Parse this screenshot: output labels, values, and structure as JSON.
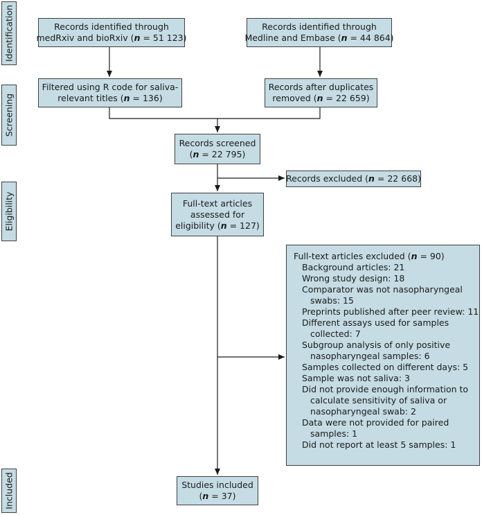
{
  "stages": {
    "identification": "Identification",
    "screening": "Screening",
    "eligibility": "Eligibility",
    "included": "Included"
  },
  "boxes": {
    "medrxiv": {
      "line1": "Records identified through",
      "line2_prefix": "medRxiv and bioRxiv (",
      "n_label": "n",
      "line2_suffix": " = 51 123)"
    },
    "medline": {
      "line1": "Records identified through",
      "line2_prefix": "Medline and Embase (",
      "n_label": "n",
      "line2_suffix": " = 44 864)"
    },
    "filtered": {
      "line1": "Filtered using R code for saliva-",
      "line2_prefix": "relevant titles (",
      "n_label": "n",
      "line2_suffix": " = 136)"
    },
    "duplicates": {
      "line1": "Records after duplicates",
      "line2_prefix": "removed (",
      "n_label": "n",
      "line2_suffix": " = 22 659)"
    },
    "screened": {
      "line1": "Records screened",
      "line2_prefix": "(",
      "n_label": "n",
      "line2_suffix": " = 22 795)"
    },
    "excluded_records": {
      "prefix": "Records excluded (",
      "n_label": "n",
      "suffix": " = 22 668)"
    },
    "fulltext": {
      "line1": "Full-text articles",
      "line2": "assessed for",
      "line3_prefix": "eligibility (",
      "n_label": "n",
      "line3_suffix": " = 127)"
    },
    "excluded_fulltext": {
      "title_prefix": "Full-text articles excluded (",
      "n_label": "n",
      "title_suffix": " = 90)",
      "items": [
        "Background articles: 21",
        "Wrong study design: 18",
        "Comparator was not nasopharyngeal",
        "swabs: 15",
        "Preprints published after peer review: 11",
        "Different assays used for samples",
        "collected: 7",
        "Subgroup analysis of only positive",
        "nasopharyngeal samples: 6",
        "Samples collected on different days: 5",
        "Sample was not saliva: 3",
        "Did not provide enough information to",
        "calculate sensitivity of saliva or",
        "nasopharyngeal swab: 2",
        "Data were not provided for paired",
        "samples: 1",
        "Did not report at least 5 samples: 1"
      ]
    },
    "included": {
      "line1": "Studies included",
      "line2_prefix": "(",
      "n_label": "n",
      "line2_suffix": " = 37)"
    }
  },
  "colors": {
    "box_fill": "#c5dce4",
    "border": "#3f3f3f",
    "arrow": "#1a1a1a"
  }
}
